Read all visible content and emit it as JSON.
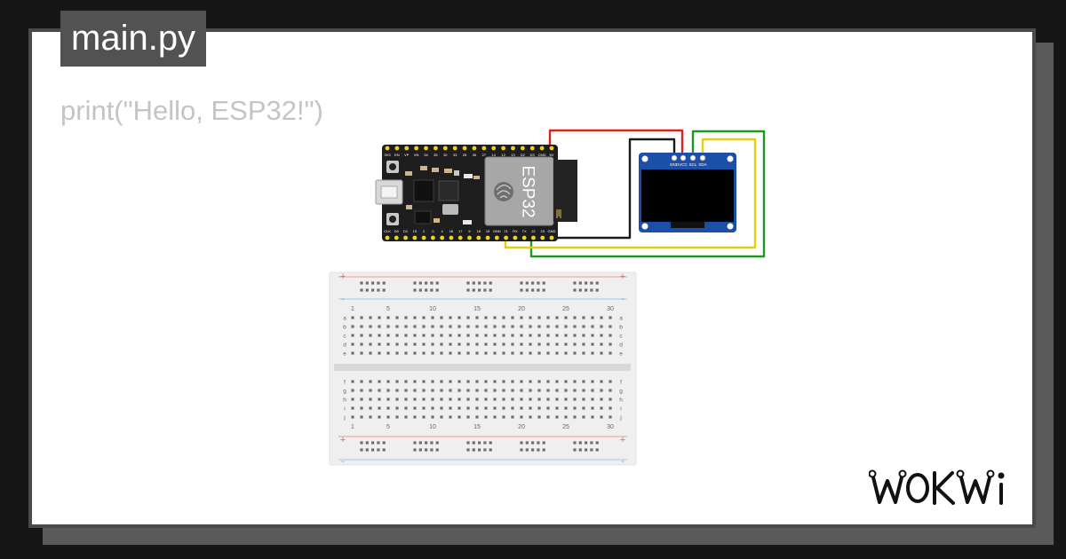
{
  "editor": {
    "file_tab": "main.py",
    "code_line": "print(\"Hello, ESP32!\")"
  },
  "esp32": {
    "chip_label": "ESP32",
    "top_pins": [
      "3V3",
      "EN",
      "VP",
      "VN",
      "34",
      "35",
      "32",
      "33",
      "25",
      "26",
      "27",
      "14",
      "12",
      "13",
      "D2",
      "D3",
      "CMD",
      "5V"
    ],
    "bottom_pins": [
      "GND",
      "23",
      "22",
      "TX",
      "RX",
      "21",
      "GND",
      "19",
      "18",
      "5",
      "17",
      "16",
      "4",
      "0",
      "2",
      "15",
      "D1",
      "D0",
      "CLK"
    ]
  },
  "oled": {
    "pin_labels": [
      "GND",
      "VCC",
      "SCL",
      "SDA"
    ]
  },
  "breadboard": {
    "column_numbers": [
      "1",
      "5",
      "10",
      "15",
      "20",
      "25",
      "30"
    ],
    "rows_top": [
      "a",
      "b",
      "c",
      "d",
      "e"
    ],
    "rows_bottom": [
      "f",
      "g",
      "h",
      "i",
      "j"
    ],
    "rail_plus": "+",
    "rail_minus": "-"
  },
  "brand": {
    "logo_text": "WOKWi"
  },
  "colors": {
    "wire_red": "#e0201c",
    "wire_black": "#1a1a1a",
    "wire_green": "#1f9a20",
    "wire_yellow": "#e8cc10",
    "board": "#1e1e1e",
    "oled_pcb": "#1c4fa8",
    "rail_red": "#f2a9a9",
    "rail_blue": "#a9d4f2"
  }
}
